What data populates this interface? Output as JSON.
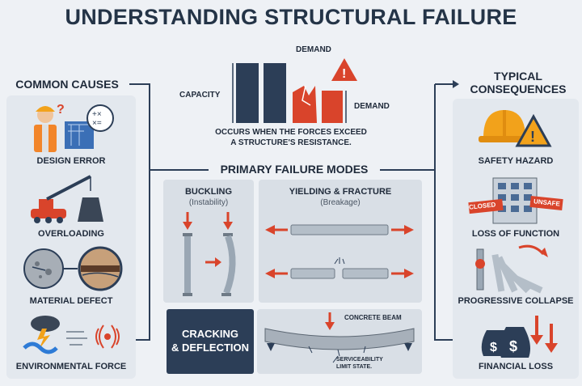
{
  "title": "UNDERSTANDING STRUCTURAL FAILURE",
  "left": {
    "heading": "COMMON CAUSES",
    "items": [
      {
        "label": "DESIGN ERROR",
        "icon": "engineer-blueprint-icon"
      },
      {
        "label": "OVERLOADING",
        "icon": "crane-load-icon"
      },
      {
        "label": "MATERIAL DEFECT",
        "icon": "magnified-defect-icon"
      },
      {
        "label": "ENVIRONMENTAL FORCE",
        "icon": "storm-wave-icon"
      }
    ]
  },
  "center_top": {
    "capacity_label": "CAPACITY",
    "demand_top_label": "DEMAND",
    "demand_side_label": "DEMAND",
    "caption_line1": "OCCURS WHEN THE FORCES EXCEED",
    "caption_line2": "A STRUCTURE'S RESISTANCE."
  },
  "modes": {
    "heading": "PRIMARY FAILURE MODES",
    "buckling": {
      "title": "BUCKLING",
      "subtitle": "(Instability)"
    },
    "yielding": {
      "title": "YIELDING & FRACTURE",
      "subtitle": "(Breakage)"
    },
    "cracking": {
      "title_line1": "CRACKING",
      "title_line2": "& DEFLECTION",
      "beam_label": "CONCRETE BEAM",
      "limit_line1": "SERVICEABILITY",
      "limit_line2": "LIMIT STATE."
    }
  },
  "right": {
    "heading_line1": "TYPICAL",
    "heading_line2": "CONSEQUENCES",
    "items": [
      {
        "label": "SAFETY HAZARD",
        "icon": "hardhat-warning-icon"
      },
      {
        "label": "LOSS OF FUNCTION",
        "icon": "closed-building-icon",
        "sign1": "CLOSED",
        "sign2": "UNSAFE"
      },
      {
        "label": "PROGRESSIVE COLLAPSE",
        "icon": "domino-collapse-icon"
      },
      {
        "label": "FINANCIAL LOSS",
        "icon": "money-bags-icon"
      }
    ]
  },
  "colors": {
    "accent_red": "#d9442b",
    "dark_blue": "#2c3e57",
    "orange": "#f2a21b",
    "steel": "#9aa7b4"
  }
}
